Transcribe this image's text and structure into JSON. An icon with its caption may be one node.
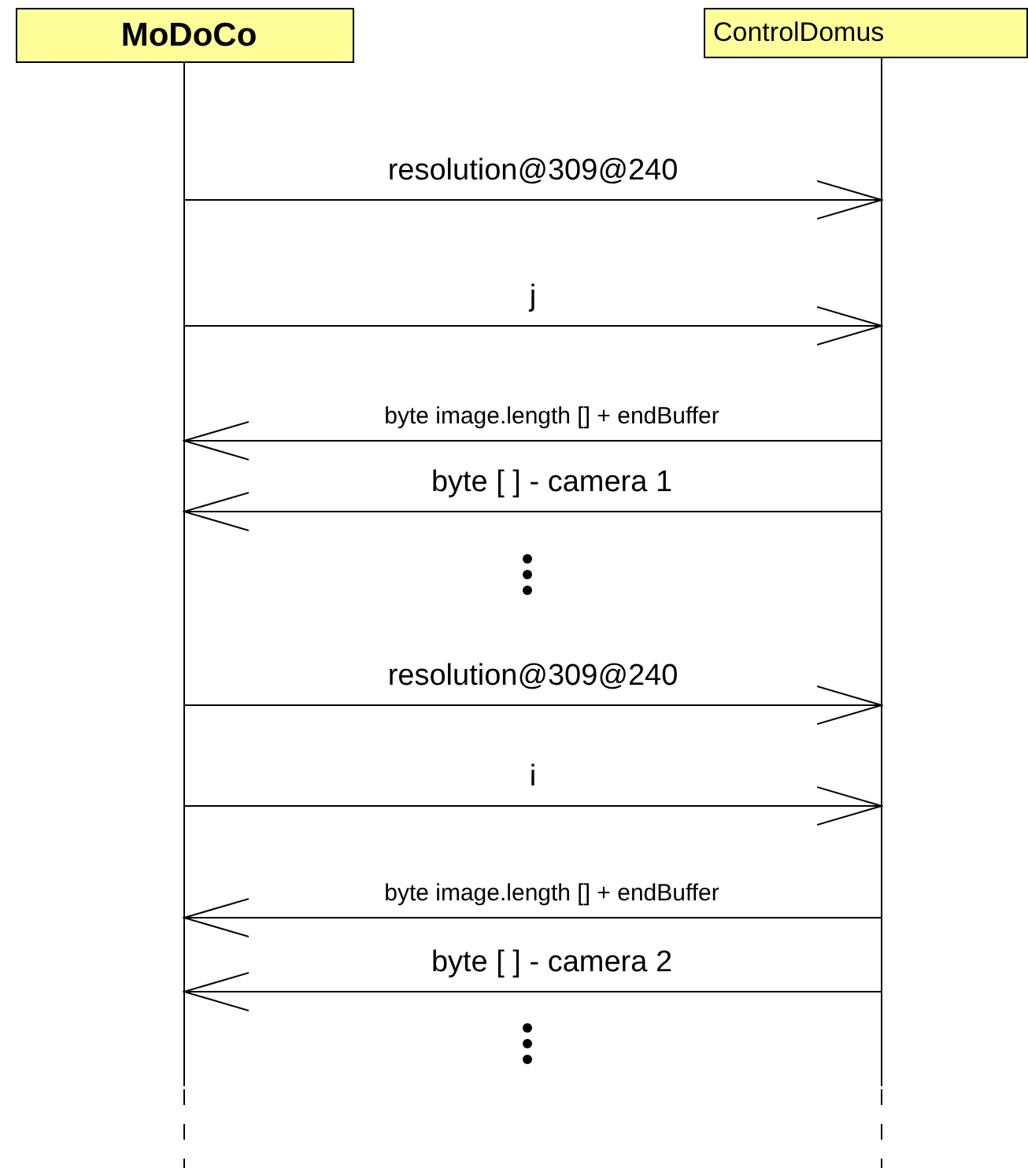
{
  "diagram": {
    "nodes": [
      {
        "text": [
          "MoDoCo"
        ]
      },
      {
        "text": [
          "ControlDomus"
        ]
      }
    ],
    "edges": [
      {
        "from": 0,
        "to": 1,
        "arrow": "to",
        "label": "resolution@309@240"
      },
      {
        "from": 0,
        "to": 1,
        "arrow": "to",
        "label": "j"
      },
      {
        "from": 1,
        "to": 0,
        "arrow": "to",
        "label": "byte image.length [] + endBuffer"
      },
      {
        "from": 1,
        "to": 0,
        "arrow": "to",
        "label": "byte [ ] - camera 1"
      },
      {
        "from": 0,
        "to": 1,
        "arrow": "to",
        "label": "resolution@309@240"
      },
      {
        "from": 0,
        "to": 1,
        "arrow": "to",
        "label": "i"
      },
      {
        "from": 1,
        "to": 0,
        "arrow": "to",
        "label": "byte image.length [] + endBuffer"
      },
      {
        "from": 1,
        "to": 0,
        "arrow": "to",
        "label": "byte [ ] - camera 2"
      }
    ]
  }
}
